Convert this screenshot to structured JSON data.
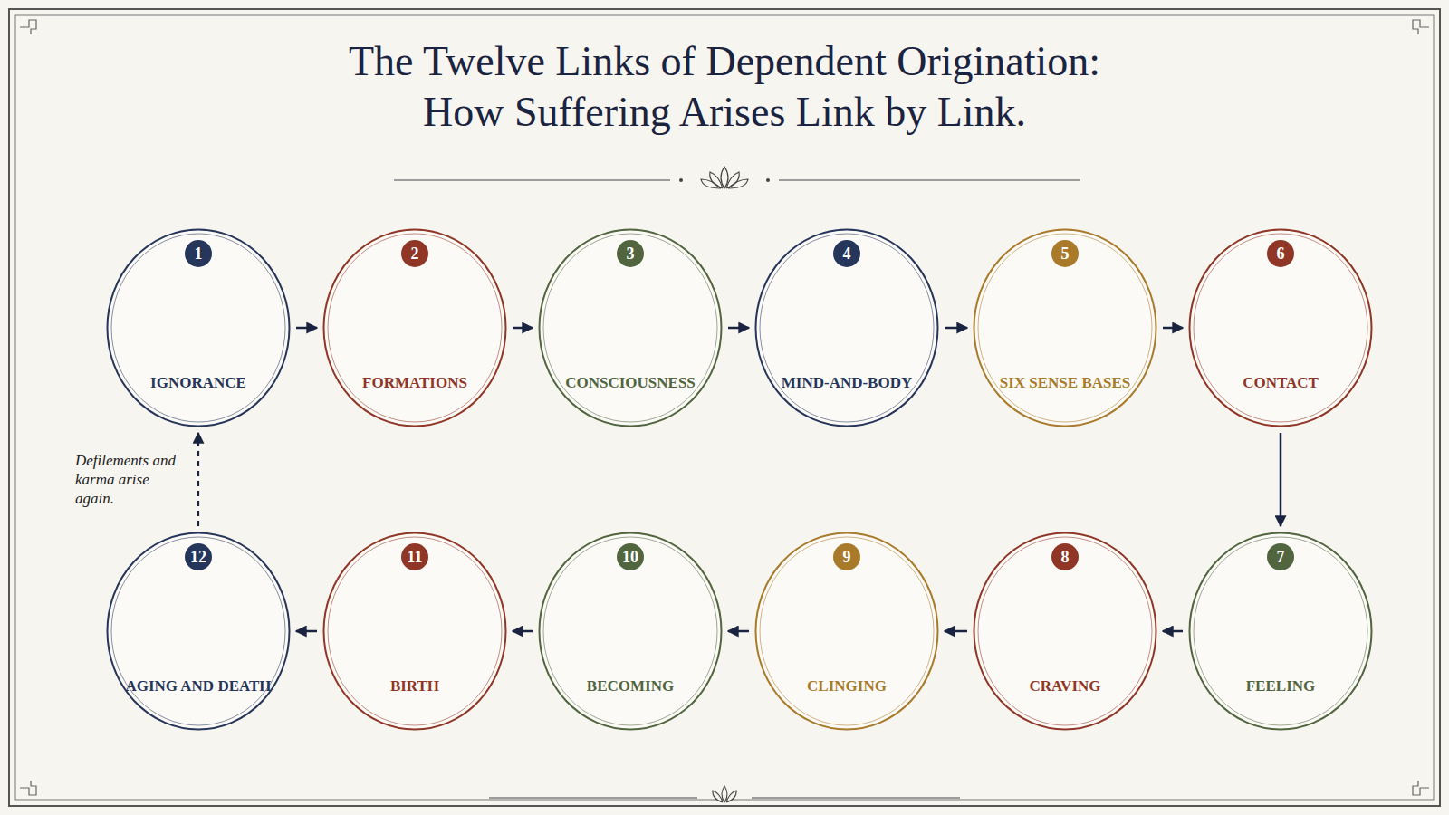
{
  "diagram": {
    "title": "The Twelve Links of Dependent Origination: How Suffering Arises Link by Link.",
    "nodes": [
      {
        "text": [
          "1",
          "IGNORANCE"
        ]
      },
      {
        "text": [
          "2",
          "FORMATIONS"
        ]
      },
      {
        "text": [
          "3",
          "CONSCIOUSNESS"
        ]
      },
      {
        "text": [
          "4",
          "MIND-AND-BODY"
        ]
      },
      {
        "text": [
          "5",
          "SIX SENSE BASES"
        ]
      },
      {
        "text": [
          "6",
          "CONTACT"
        ]
      },
      {
        "text": [
          "7",
          "FEELING"
        ]
      },
      {
        "text": [
          "8",
          "CRAVING"
        ]
      },
      {
        "text": [
          "9",
          "CLINGING"
        ]
      },
      {
        "text": [
          "10",
          "BECOMING"
        ]
      },
      {
        "text": [
          "11",
          "BIRTH"
        ]
      },
      {
        "text": [
          "12",
          "AGING AND DEATH"
        ]
      }
    ],
    "edges": [
      {
        "from": 0,
        "to": 1,
        "arrow": "to"
      },
      {
        "from": 1,
        "to": 2,
        "arrow": "to"
      },
      {
        "from": 2,
        "to": 3,
        "arrow": "to"
      },
      {
        "from": 3,
        "to": 4,
        "arrow": "to"
      },
      {
        "from": 4,
        "to": 5,
        "arrow": "to"
      },
      {
        "from": 5,
        "to": 6,
        "arrow": "to"
      },
      {
        "from": 6,
        "to": 7,
        "arrow": "to"
      },
      {
        "from": 7,
        "to": 8,
        "arrow": "to"
      },
      {
        "from": 8,
        "to": 9,
        "arrow": "to"
      },
      {
        "from": 9,
        "to": 10,
        "arrow": "to"
      },
      {
        "from": 10,
        "to": 11,
        "arrow": "to"
      },
      {
        "from": 11,
        "to": 0,
        "label": "Defilements and karma arise again.",
        "arrow": "to"
      }
    ]
  }
}
